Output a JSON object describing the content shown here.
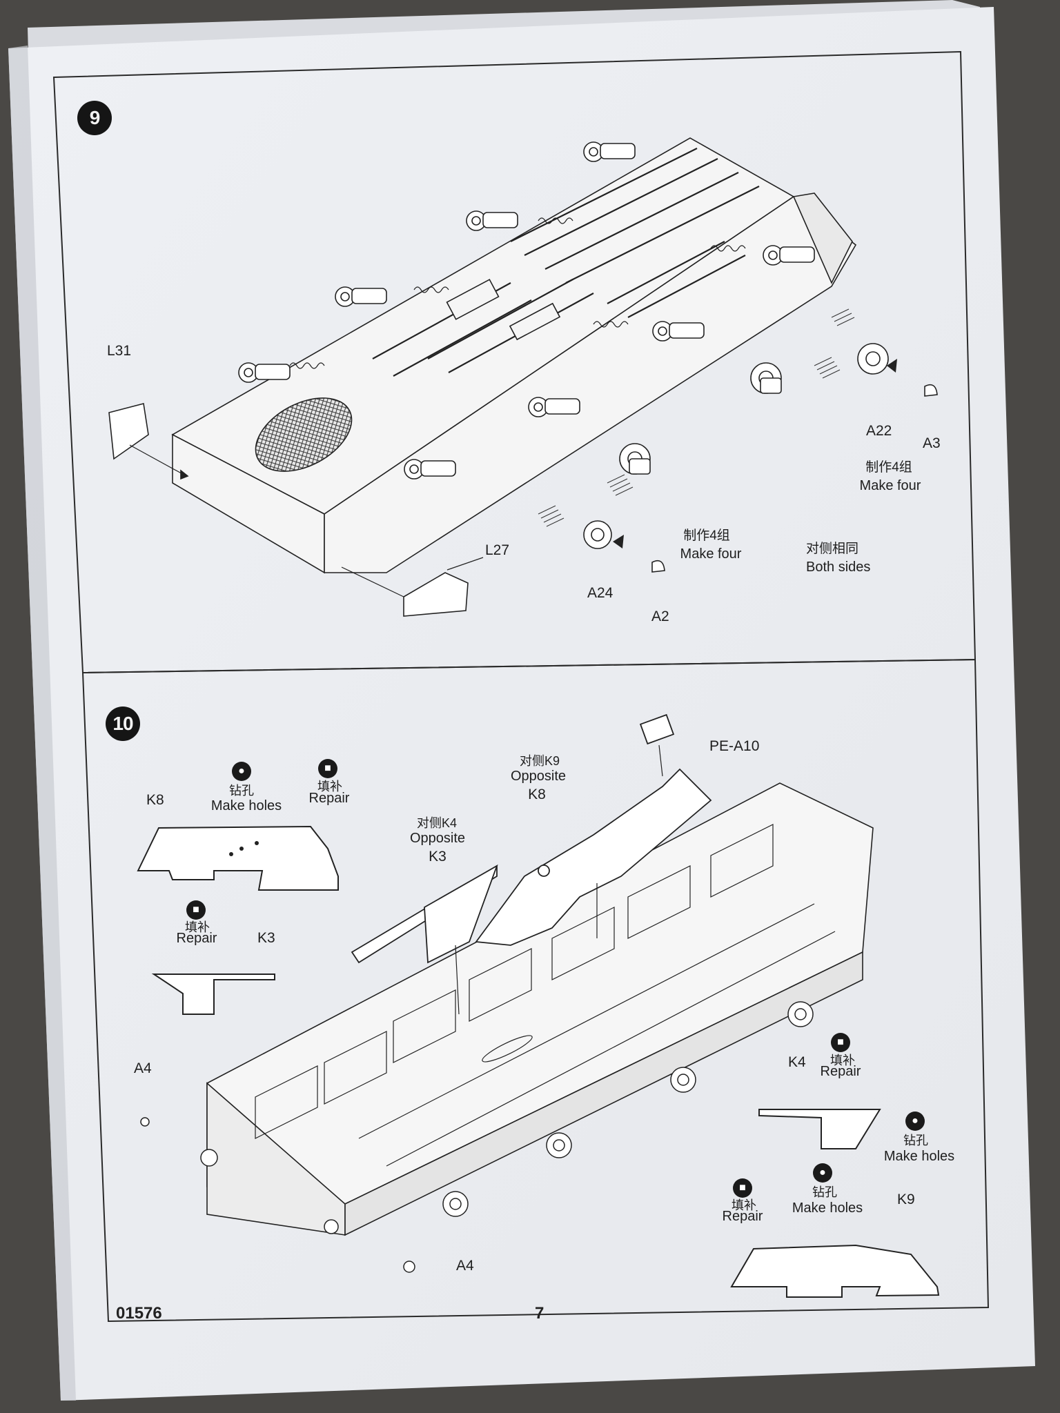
{
  "page": {
    "code": "01576",
    "number": "7"
  },
  "step9": {
    "badge": "9",
    "labels": {
      "l31": "L31",
      "l27": "L27",
      "a22": "A22",
      "a3": "A3",
      "a24": "A24",
      "a2": "A2"
    },
    "make_four_upper": {
      "cn": "制作4组",
      "en": "Make four"
    },
    "make_four_lower": {
      "cn": "制作4组",
      "en": "Make four"
    },
    "both_sides": {
      "cn": "对侧相同",
      "en": "Both sides"
    }
  },
  "step10": {
    "badge": "10",
    "k8_detail": {
      "label": "K8",
      "holes_cn": "钻孔",
      "holes_en": "Make holes",
      "repair_cn": "填补",
      "repair_en": "Repair"
    },
    "k3_detail": {
      "label": "K3",
      "repair_cn": "填补",
      "repair_en": "Repair"
    },
    "opposite_k9": {
      "cn": "对侧K9",
      "en": "Opposite",
      "part": "K8"
    },
    "opposite_k4": {
      "cn": "对侧K4",
      "en": "Opposite",
      "part": "K3"
    },
    "pe": "PE-A10",
    "a4_top": "A4",
    "a4_bottom": "A4",
    "k4_detail": {
      "label": "K4",
      "repair_cn": "填补",
      "repair_en": "Repair",
      "holes_cn": "钻孔",
      "holes_en": "Make holes"
    },
    "k9_detail": {
      "label": "K9",
      "repair_cn": "填补",
      "repair_en": "Repair",
      "holes_cn": "钻孔",
      "holes_en": "Make holes"
    }
  },
  "colors": {
    "paper": "#f1f2f5",
    "ink": "#1e1e1e",
    "background": "#4a4845"
  },
  "icons": {
    "drill": "drill-icon",
    "repair": "repair-icon"
  }
}
